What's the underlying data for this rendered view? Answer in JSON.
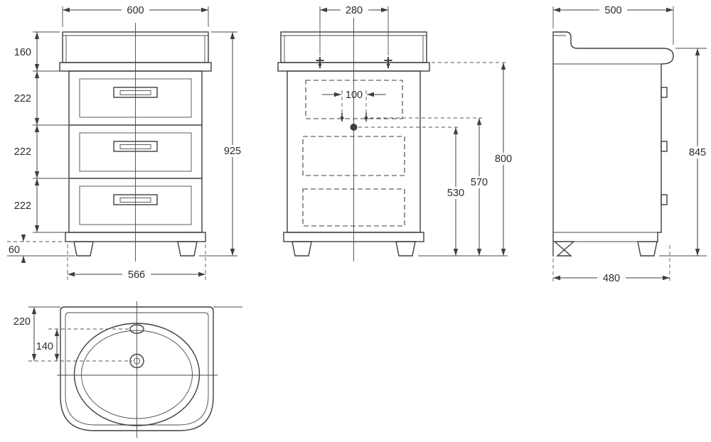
{
  "dims": {
    "front": {
      "w600": "600",
      "h160": "160",
      "h222a": "222",
      "h222b": "222",
      "h222c": "222",
      "h60": "60",
      "h925": "925",
      "w566": "566"
    },
    "middle": {
      "w280": "280",
      "w100": "100",
      "h530": "530",
      "h570": "570",
      "h800": "800"
    },
    "side": {
      "w500": "500",
      "h845": "845",
      "w480": "480"
    },
    "basin": {
      "d220": "220",
      "d140": "140"
    }
  },
  "colors": {
    "line": "#3f3f3f",
    "background": "#ffffff"
  }
}
